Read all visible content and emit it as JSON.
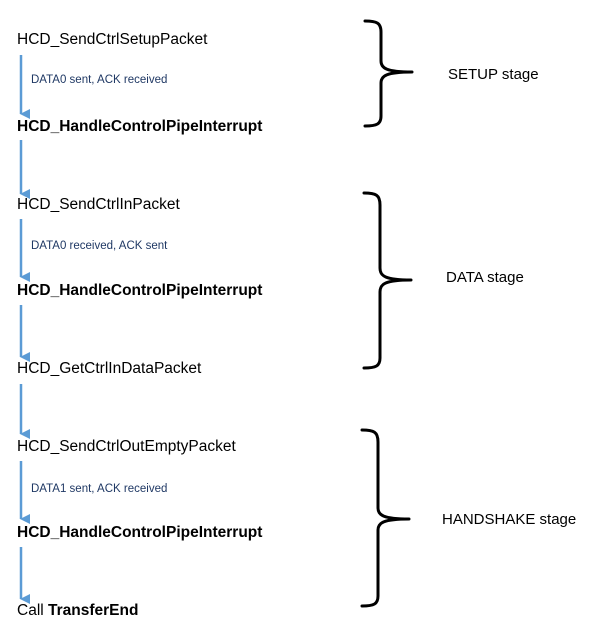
{
  "colors": {
    "arrow": "#5b9bd5",
    "annotation": "#1f3864",
    "text": "#000000",
    "bracket": "#000000"
  },
  "steps": [
    {
      "pre": "HCD_SendCtrlSetupPacket",
      "bold": ""
    },
    {
      "pre": "",
      "bold": "HCD_HandleControlPipeInterrupt"
    },
    {
      "pre": "HCD_SendCtrlInPacket",
      "bold": ""
    },
    {
      "pre": "",
      "bold": "HCD_HandleControlPipeInterrupt"
    },
    {
      "pre": "HCD_GetCtrlInDataPacket",
      "bold": ""
    },
    {
      "pre": "HCD_SendCtrlOutEmptyPacket",
      "bold": ""
    },
    {
      "pre": "",
      "bold": "HCD_HandleControlPipeInterrupt"
    },
    {
      "pre": "Call ",
      "bold": "TransferEnd"
    }
  ],
  "annotations": [
    "DATA0 sent, ACK received",
    "DATA0 received, ACK sent",
    "DATA1 sent, ACK received"
  ],
  "stages": [
    {
      "label": "SETUP stage"
    },
    {
      "label": "DATA stage"
    },
    {
      "label": "HANDSHAKE stage"
    }
  ]
}
